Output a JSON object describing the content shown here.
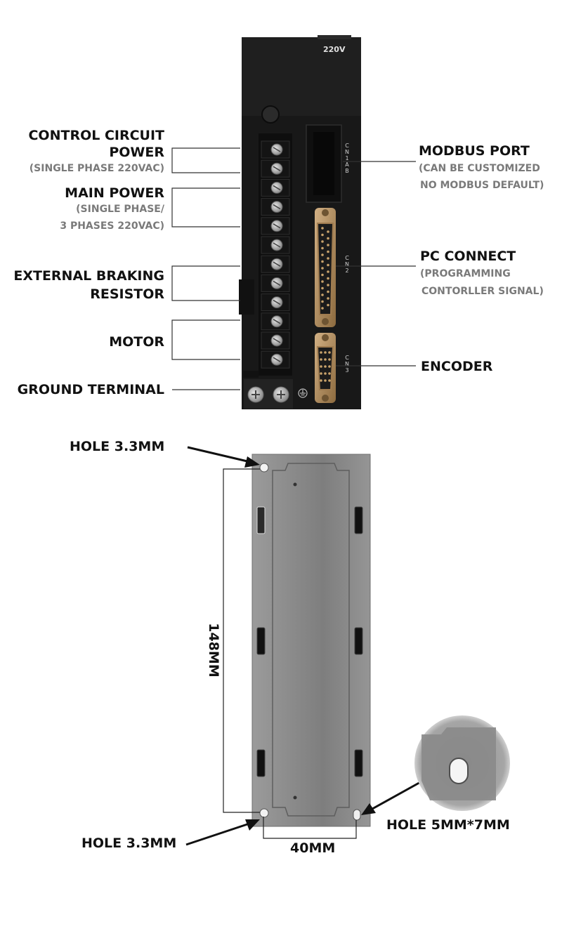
{
  "driver": {
    "voltage_badge": "220V",
    "port_labels": {
      "cn1": [
        "C",
        "N",
        "1",
        "A",
        "B"
      ],
      "cn2": [
        "C",
        "N",
        "2"
      ],
      "cn3": [
        "C",
        "N",
        "3"
      ]
    },
    "terminal_count": 12,
    "ground_screw_count": 2
  },
  "callouts": {
    "control_power": {
      "title_line1": "CONTROL CIRCUIT",
      "title_line2": "POWER",
      "note": "(SINGLE PHASE 220VAC)"
    },
    "main_power": {
      "title": "MAIN POWER",
      "note_line1": "(SINGLE PHASE/",
      "note_line2": "3 PHASES 220VAC)"
    },
    "braking": {
      "title_line1": "EXTERNAL BRAKING",
      "title_line2": "RESISTOR"
    },
    "motor": {
      "title": "MOTOR"
    },
    "ground": {
      "title": "GROUND TERMINAL"
    },
    "modbus": {
      "title": "MODBUS PORT",
      "note_line1": "(CAN BE CUSTOMIZED",
      "note_line2": "NO MODBUS DEFAULT)"
    },
    "pc_connect": {
      "title": "PC CONNECT",
      "note_line1": "(PROGRAMMING",
      "note_line2": "CONTORLLER SIGNAL)"
    },
    "encoder": {
      "title": "ENCODER"
    }
  },
  "dimensions": {
    "hole_top": "HOLE 3.3MM",
    "hole_bottom": "HOLE 3.3MM",
    "hole_slot": "HOLE 5MM*7MM",
    "height": "148MM",
    "width": "40MM"
  },
  "colors": {
    "driver_body": "#1c1c1c",
    "heatsink_plate": "#8f8f8f",
    "label_text": "#111111",
    "note_text": "#7a7a7a",
    "connector_gold": "#b48f5f"
  }
}
